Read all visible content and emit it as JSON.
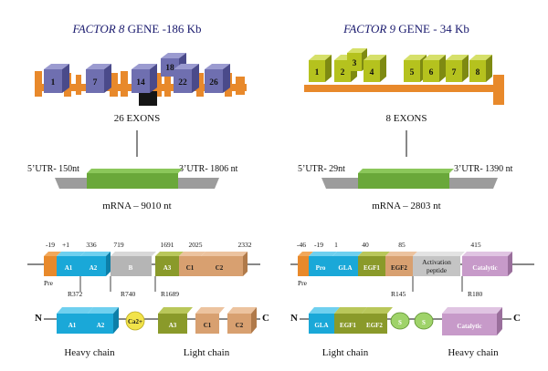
{
  "factor8": {
    "title_italic": "FACTOR 8",
    "title_rest": " GENE -186 Kb",
    "exon_labels": [
      "1",
      "7",
      "14",
      "18",
      "22",
      "26"
    ],
    "exons_count": "26 EXONS",
    "utr5": "5’UTR- 150nt",
    "utr3": "3’UTR- 1806 nt",
    "mrna": "mRNA – 9010 nt",
    "positions": [
      "-19",
      "+1",
      "336",
      "719",
      "1691",
      "2025",
      "2332"
    ],
    "domains": [
      "A1",
      "A2",
      "B",
      "A3",
      "C1",
      "C2"
    ],
    "pre": "Pre",
    "cleavage": [
      "R372",
      "R740",
      "R1689"
    ],
    "n_term": "N",
    "c_term": "C",
    "protein_domains": [
      "A1",
      "A2",
      "Ca2+",
      "A3",
      "C1",
      "C2"
    ],
    "heavy_chain": "Heavy chain",
    "light_chain": "Light chain"
  },
  "factor9": {
    "title_italic": "FACTOR 9",
    "title_rest": " GENE - 34 Kb",
    "exon_labels": [
      "1",
      "2",
      "3",
      "4",
      "5",
      "6",
      "7",
      "8"
    ],
    "exons_count": "8 EXONS",
    "utr5": "5’UTR- 29nt",
    "utr3": "3’UTR- 1390 nt",
    "mrna": "mRNA – 2803 nt",
    "positions": [
      "-46",
      "-19",
      "1",
      "40",
      "85",
      "415"
    ],
    "domains": [
      "Pro",
      "GLA",
      "EGF1",
      "EGF2",
      "Activation",
      "peptide",
      "Catalytic"
    ],
    "pre": "Pre",
    "cleavage": [
      "R145",
      "R180"
    ],
    "n_term": "N",
    "c_term": "C",
    "protein_domains": [
      "GLA",
      "EGF1",
      "EGF2",
      "S",
      "S",
      "Catalytic"
    ],
    "light_chain": "Light chain",
    "heavy_chain": "Heavy chain"
  },
  "colors": {
    "orange": "#e8892b",
    "purple": "#6f6fb0",
    "olive": "#b5c21e",
    "green": "#6aa83a",
    "gray": "#9c9c9c",
    "cyan": "#1aa8d8",
    "darkolive": "#8a9a2a",
    "tan": "#d8a070",
    "lilac": "#c79ac9",
    "yellow": "#f2e34a",
    "lightgreen": "#9fd36a"
  }
}
